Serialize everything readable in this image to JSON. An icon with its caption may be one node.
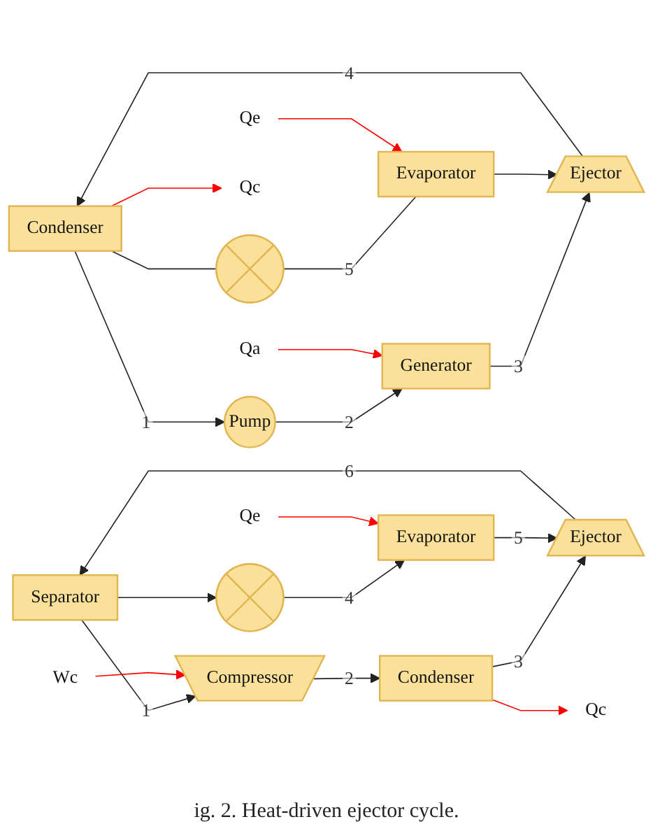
{
  "diagram": {
    "caption": "ig. 2. Heat-driven ejector cycle.",
    "nodes": [
      {
        "text": [
          "Pump"
        ]
      },
      {
        "text": [
          "Qa"
        ]
      },
      {
        "text": [
          "Generator"
        ]
      },
      {
        "text": [
          "Qc"
        ]
      },
      {
        "text": [
          "Ejector"
        ]
      },
      {
        "text": [
          "Condenser"
        ]
      },
      {
        "text": [],
        "shape": "circle"
      },
      {
        "text": [
          "Evaporator"
        ]
      },
      {
        "text": [
          "Qe"
        ]
      },
      {
        "text": [
          "Qc"
        ]
      },
      {
        "text": [
          "Condenser"
        ]
      },
      {
        "text": [
          "Wc"
        ]
      },
      {
        "text": [
          "Compressor"
        ]
      },
      {
        "text": [
          "Ejector"
        ]
      },
      {
        "text": [
          "Separator"
        ]
      },
      {
        "text": [],
        "shape": "circle"
      },
      {
        "text": [
          "Evaporator"
        ]
      },
      {
        "text": [
          "Qe"
        ]
      }
    ],
    "edges": [
      {
        "from": 5,
        "to": 0,
        "arrow": "to",
        "label": "1"
      },
      {
        "from": 0,
        "to": 2,
        "arrow": "to",
        "label": "2"
      },
      {
        "from": 2,
        "to": 4,
        "arrow": "to",
        "label": "3"
      },
      {
        "from": 4,
        "to": 5,
        "arrow": "to",
        "label": "4"
      },
      {
        "from": 5,
        "to": 6,
        "arrow": "none"
      },
      {
        "from": 6,
        "to": 7,
        "arrow": "none",
        "label": "5"
      },
      {
        "from": 7,
        "to": 4,
        "arrow": "to"
      },
      {
        "from": 1,
        "to": 2,
        "arrow": "to",
        "color": "#ff0000"
      },
      {
        "from": 5,
        "to": 3,
        "arrow": "to",
        "color": "#ff0000"
      },
      {
        "from": 8,
        "to": 7,
        "arrow": "to",
        "color": "#ff0000"
      },
      {
        "from": 14,
        "to": 12,
        "arrow": "to",
        "label": "1"
      },
      {
        "from": 12,
        "to": 10,
        "arrow": "to",
        "label": "2"
      },
      {
        "from": 10,
        "to": 13,
        "arrow": "to",
        "label": "3"
      },
      {
        "from": 13,
        "to": 14,
        "arrow": "to",
        "label": "6"
      },
      {
        "from": 14,
        "to": 15,
        "arrow": "to"
      },
      {
        "from": 15,
        "to": 16,
        "arrow": "to",
        "label": "4"
      },
      {
        "from": 16,
        "to": 13,
        "arrow": "to",
        "label": "5"
      },
      {
        "from": 11,
        "to": 12,
        "arrow": "to",
        "color": "#ff0000"
      },
      {
        "from": 10,
        "to": 9,
        "arrow": "to",
        "color": "#ff0000"
      },
      {
        "from": 17,
        "to": 16,
        "arrow": "to",
        "color": "#ff0000"
      }
    ]
  }
}
